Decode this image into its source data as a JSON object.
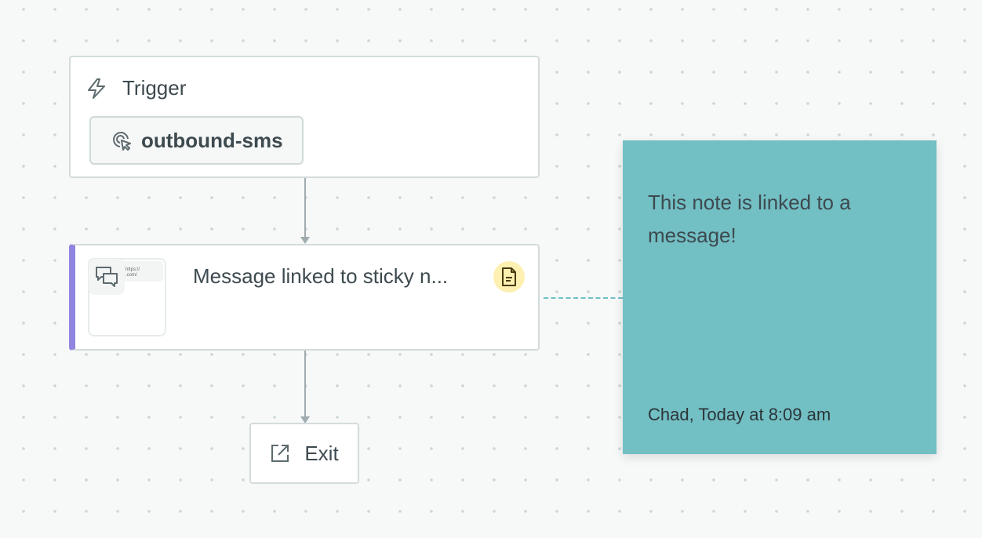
{
  "trigger": {
    "label": "Trigger",
    "icon": "lightning-icon",
    "event": "outbound-sms",
    "event_icon": "cursor-click-icon"
  },
  "message": {
    "title": "Message linked to sticky n...",
    "accent": "#8f85df",
    "thumb_icon": "chat-bubbles-icon",
    "thumb_text_1": "https://",
    "thumb_text_2": ".com/",
    "badge_icon": "document-icon"
  },
  "exit": {
    "label": "Exit",
    "icon": "external-link-icon"
  },
  "sticky": {
    "text": "This note is linked to a message!",
    "footer": "Chad, Today at 8:09 am",
    "color": "#72bfc4"
  }
}
